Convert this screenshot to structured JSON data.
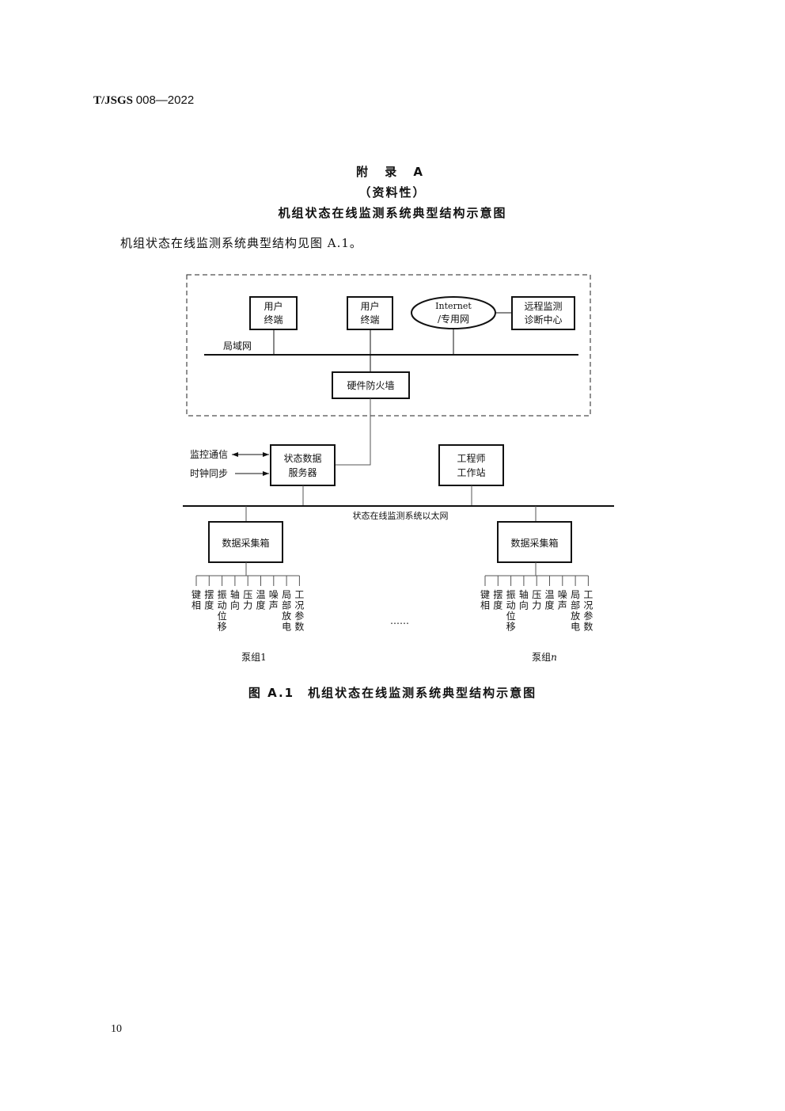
{
  "header": {
    "standard_code_prefix": "T/JSGS",
    "standard_code_number": "008—2022"
  },
  "appendix": {
    "title": "附 录 A",
    "type": "（资料性）",
    "name": "机组状态在线监测系统典型结构示意图"
  },
  "intro_text": "机组状态在线监测系统典型结构见图 A.1。",
  "diagram": {
    "lan_label": "局域网",
    "user_terminal_1": [
      "用户",
      "终端"
    ],
    "user_terminal_2": [
      "用户",
      "终端"
    ],
    "internet": [
      "Internet",
      "/专用网"
    ],
    "remote_center": [
      "远程监测",
      "诊断中心"
    ],
    "firewall": "硬件防火墙",
    "monitor_comm": "监控通信",
    "clock_sync": "时钟同步",
    "state_server": [
      "状态数据",
      "服务器"
    ],
    "engineer_station": [
      "工程师",
      "工作站"
    ],
    "ethernet_label": "状态在线监测系统以太网",
    "daq_box_1": "数据采集箱",
    "daq_box_n": "数据采集箱",
    "sensors": [
      [
        "键",
        "相"
      ],
      [
        "摆",
        "度"
      ],
      [
        "振",
        "动",
        "位",
        "移"
      ],
      [
        "轴",
        "向"
      ],
      [
        "压",
        "力"
      ],
      [
        "温",
        "度"
      ],
      [
        "噪",
        "声"
      ],
      [
        "局",
        "部",
        "放",
        "电"
      ],
      [
        "工",
        "况",
        "参",
        "数"
      ]
    ],
    "ellipsis": "……",
    "pump_group_1": "泵组1",
    "pump_group_n_prefix": "泵组",
    "pump_group_n_suffix": "n"
  },
  "figure_caption": "图 A.1　机组状态在线监测系统典型结构示意图",
  "page_number": "10"
}
